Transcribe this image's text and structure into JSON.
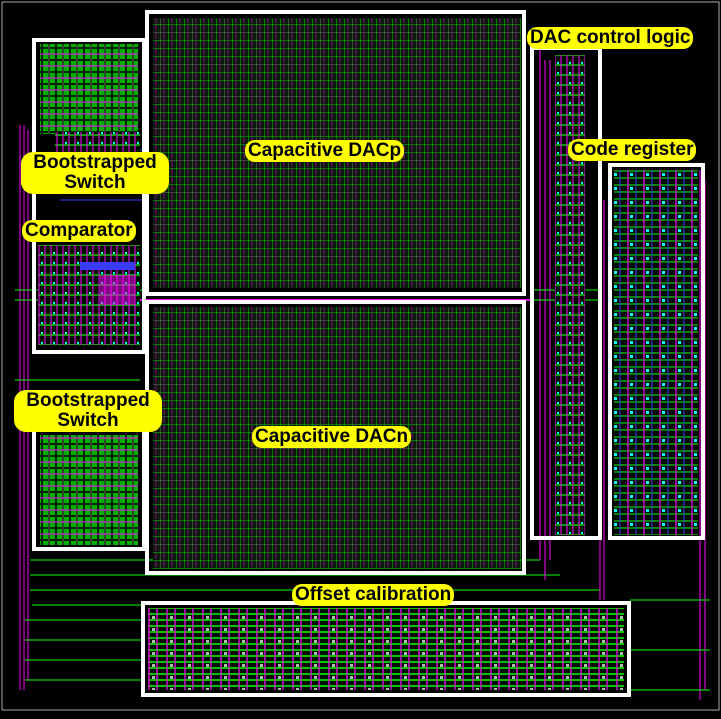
{
  "labels": {
    "dac_control": "DAC control logic",
    "code_register": "Code register",
    "dacp": "Capacitive DACp",
    "dacn": "Capacitive DACn",
    "bootstrap_top_1": "Bootstrapped",
    "bootstrap_top_2": "Switch",
    "comparator": "Comparator",
    "bootstrap_bot_1": "Bootstrapped",
    "bootstrap_bot_2": "Switch",
    "offset_cal": "Offset calibration"
  },
  "colors": {
    "background": "#000000",
    "metal_green": "#00ff00",
    "metal_magenta": "#ff00ff",
    "metal_blue": "#3b3bff",
    "metal_cyan": "#00ffff",
    "block_outline": "#ffffff",
    "label_bg": "#ffff00"
  }
}
